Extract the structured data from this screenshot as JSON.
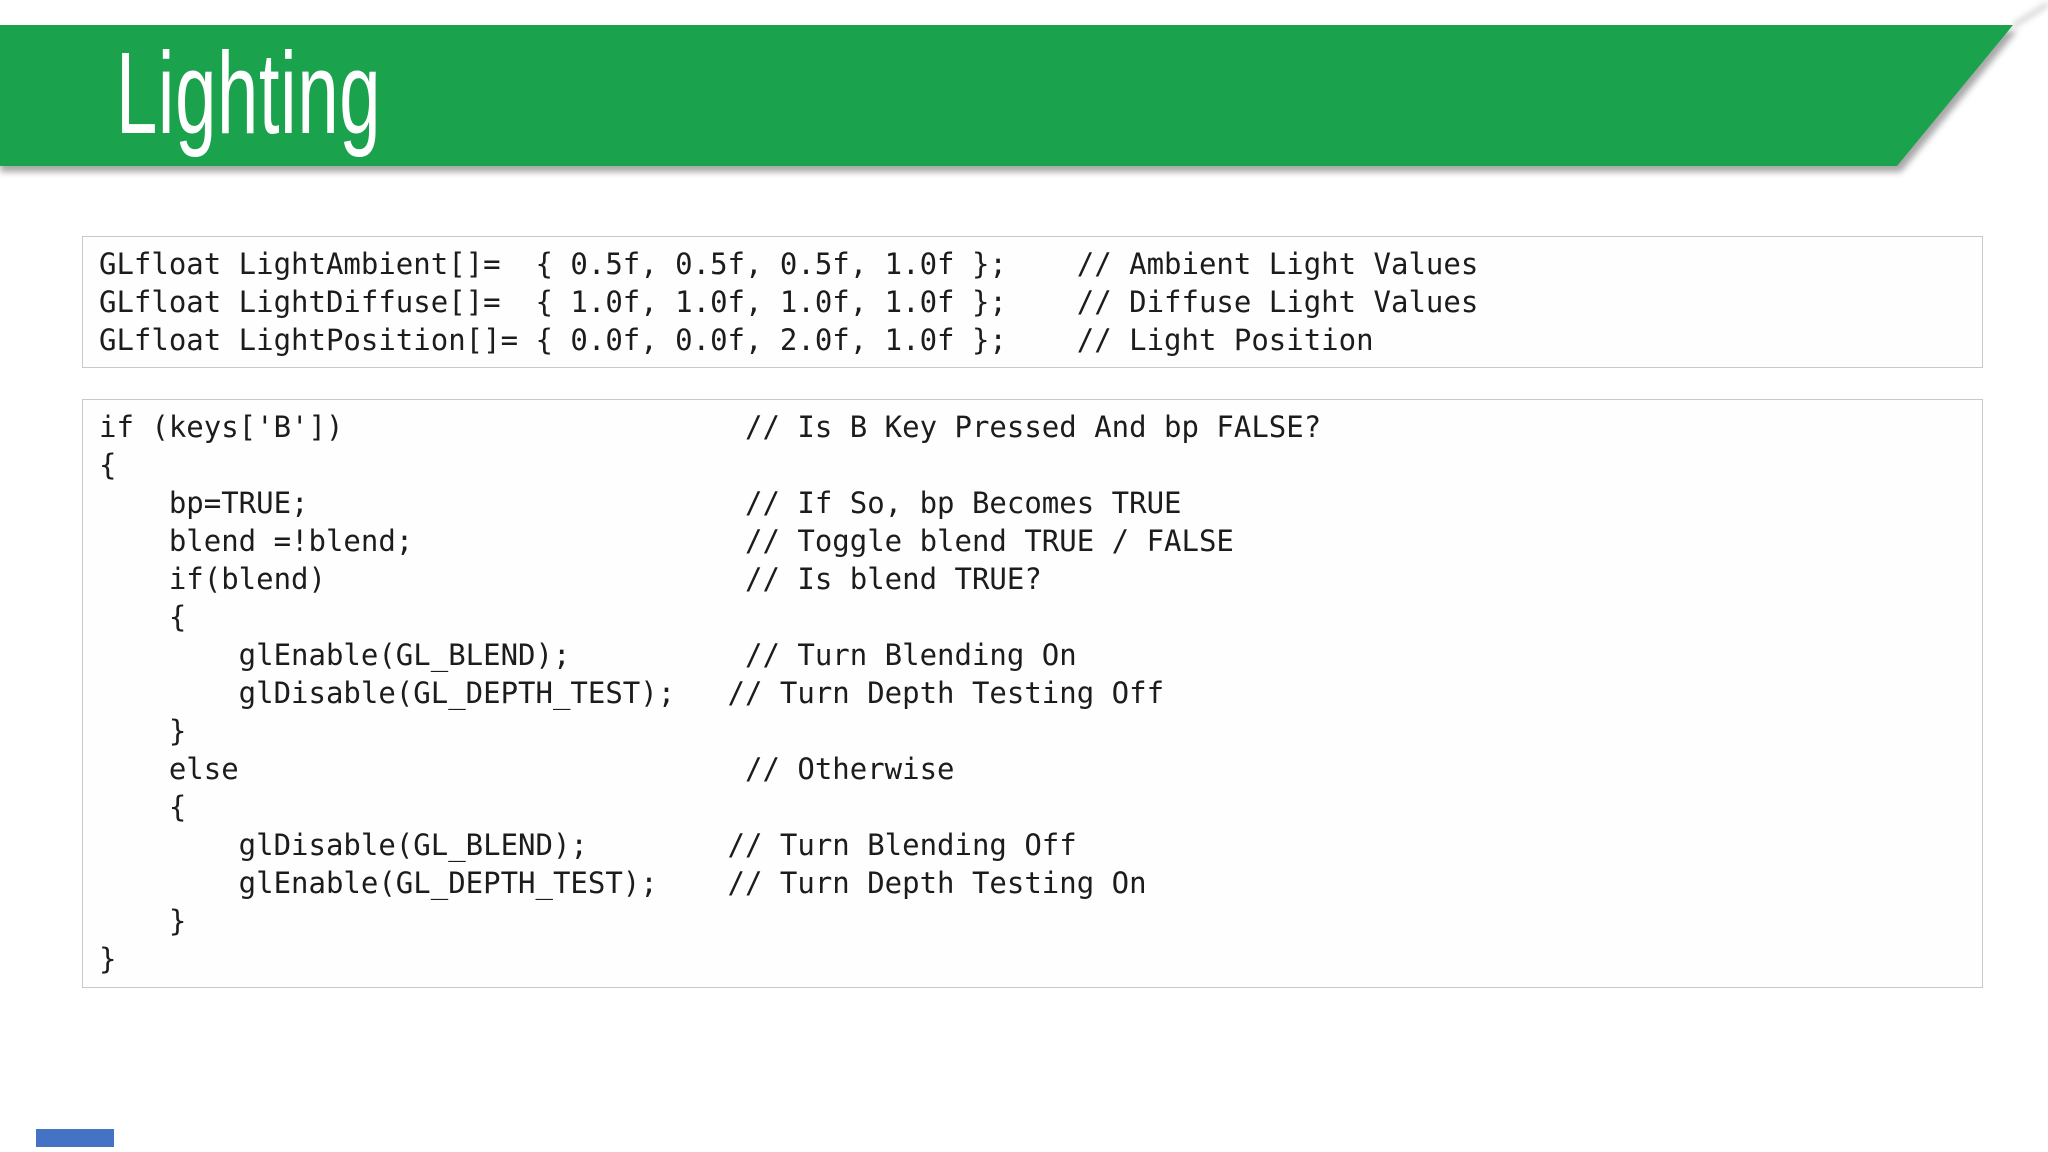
{
  "slide": {
    "title": "Lighting"
  },
  "colors": {
    "banner_green": "#1aa24d",
    "banner_shadow": "#8a8a8a",
    "box_border": "#c9c9c9",
    "box_background": "#fefefe",
    "code_text": "#1c1c1c",
    "progress_blue": "#4472c4"
  },
  "code_box_1": {
    "lines": [
      "GLfloat LightAmbient[]=  { 0.5f, 0.5f, 0.5f, 1.0f };    // Ambient Light Values",
      "GLfloat LightDiffuse[]=  { 1.0f, 1.0f, 1.0f, 1.0f };    // Diffuse Light Values",
      "GLfloat LightPosition[]= { 0.0f, 0.0f, 2.0f, 1.0f };    // Light Position"
    ]
  },
  "code_box_2": {
    "lines": [
      "if (keys['B'])                       // Is B Key Pressed And bp FALSE?",
      "{",
      "    bp=TRUE;                         // If So, bp Becomes TRUE",
      "    blend =!blend;                   // Toggle blend TRUE / FALSE",
      "    if(blend)                        // Is blend TRUE?",
      "    {",
      "        glEnable(GL_BLEND);          // Turn Blending On",
      "        glDisable(GL_DEPTH_TEST);   // Turn Depth Testing Off",
      "    }",
      "    else                             // Otherwise",
      "    {",
      "        glDisable(GL_BLEND);        // Turn Blending Off",
      "        glEnable(GL_DEPTH_TEST);    // Turn Depth Testing On",
      "    }",
      "}"
    ]
  }
}
